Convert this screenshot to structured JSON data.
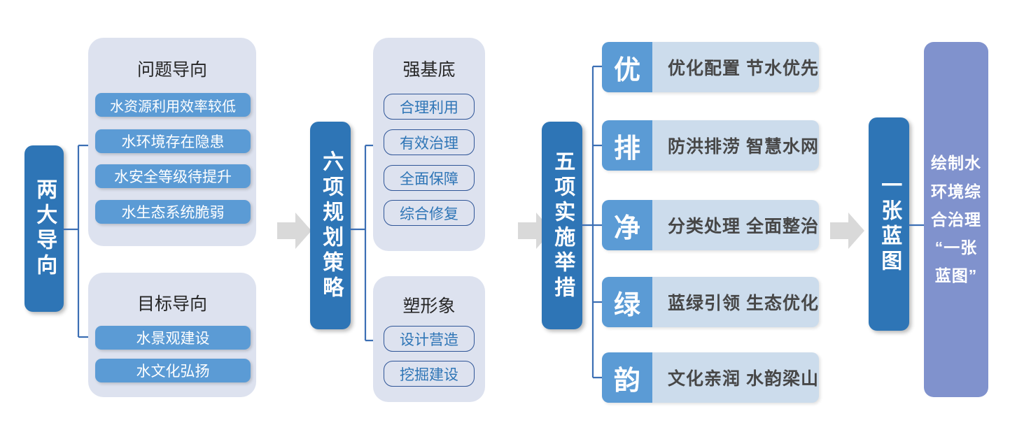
{
  "colors": {
    "dark_blue": "#2e75b6",
    "medium_blue": "#5b9bd5",
    "group_bg": "#dde2ef",
    "measure_bg": "#ccdcec",
    "outline_border": "#2f5597",
    "outline_text": "#2e75b6",
    "purple": "#8092cd",
    "arrow_gray": "#d9d9d9",
    "connector_blue": "#3c6fb4",
    "title_text": "#262626",
    "measure_text": "#474747"
  },
  "stage1": {
    "bar_label": "两大导向",
    "groups": [
      {
        "title": "问题导向",
        "items": [
          "水资源利用效率较低",
          "水环境存在隐患",
          "水安全等级待提升",
          "水生态系统脆弱"
        ]
      },
      {
        "title": "目标导向",
        "items": [
          "水景观建设",
          "水文化弘扬"
        ]
      }
    ]
  },
  "stage2": {
    "bar_label": "六项规划策略",
    "groups": [
      {
        "title": "强基底",
        "items": [
          "合理利用",
          "有效治理",
          "全面保障",
          "综合修复"
        ]
      },
      {
        "title": "塑形象",
        "items": [
          "设计营造",
          "挖掘建设"
        ]
      }
    ]
  },
  "stage3": {
    "bar_label": "五项实施举措",
    "measures": [
      {
        "key": "优",
        "desc": "优化配置 节水优先"
      },
      {
        "key": "排",
        "desc": "防洪排涝 智慧水网"
      },
      {
        "key": "净",
        "desc": "分类处理 全面整治"
      },
      {
        "key": "绿",
        "desc": "蓝绿引领 生态优化"
      },
      {
        "key": "韵",
        "desc": "文化亲润 水韵梁山"
      }
    ]
  },
  "stage4": {
    "bar_label": "一张蓝图",
    "panel_lines": [
      "绘制水",
      "环境综",
      "合治理",
      "“一张",
      "蓝图”"
    ]
  }
}
